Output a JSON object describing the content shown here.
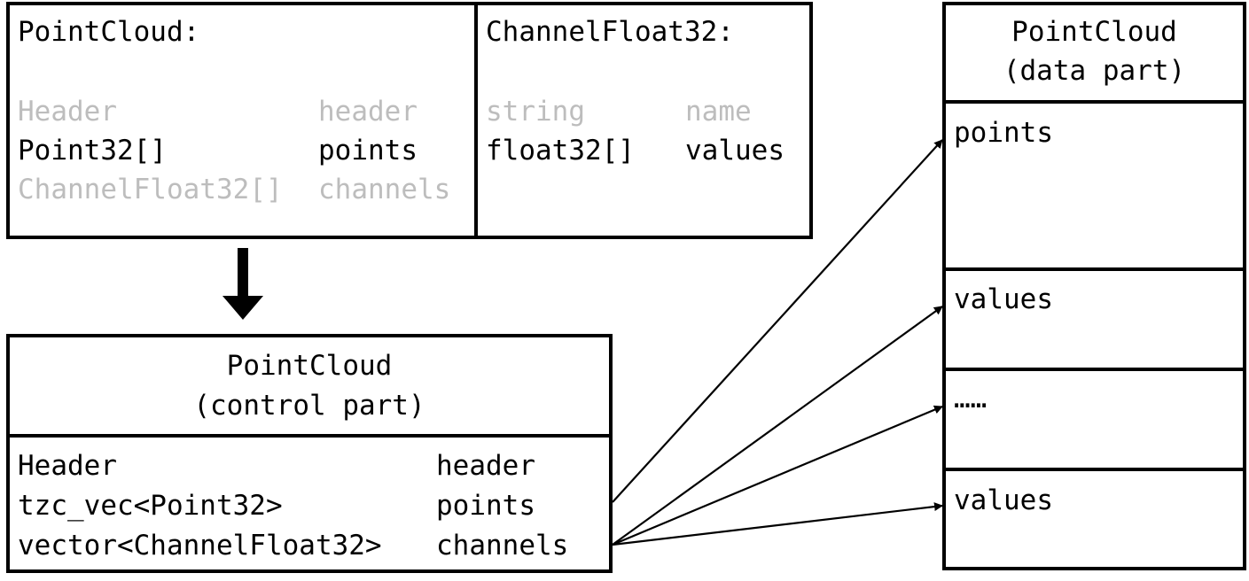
{
  "pointcloud_def": {
    "title": "PointCloud:",
    "fields": [
      {
        "type": "Header",
        "name": "header",
        "grayed": true
      },
      {
        "type": "Point32[]",
        "name": "points",
        "grayed": false
      },
      {
        "type": "ChannelFloat32[]",
        "name": "channels",
        "grayed": true
      }
    ]
  },
  "channelfloat_def": {
    "title": "ChannelFloat32:",
    "fields": [
      {
        "type": "string",
        "name": "name",
        "grayed": true
      },
      {
        "type": "float32[]",
        "name": "values",
        "grayed": false
      }
    ]
  },
  "control_part": {
    "title_line1": "PointCloud",
    "title_line2": "(control part)",
    "fields": [
      {
        "type": "Header",
        "name": "header"
      },
      {
        "type": "tzc_vec<Point32>",
        "name": "points"
      },
      {
        "type": "vector<ChannelFloat32>",
        "name": "channels"
      }
    ]
  },
  "data_part": {
    "title_line1": "PointCloud",
    "title_line2": "(data part)",
    "cells": [
      "points",
      "values",
      "……",
      "values"
    ]
  },
  "colors": {
    "grayed_text": "#bdbdbd",
    "line": "#000000"
  }
}
